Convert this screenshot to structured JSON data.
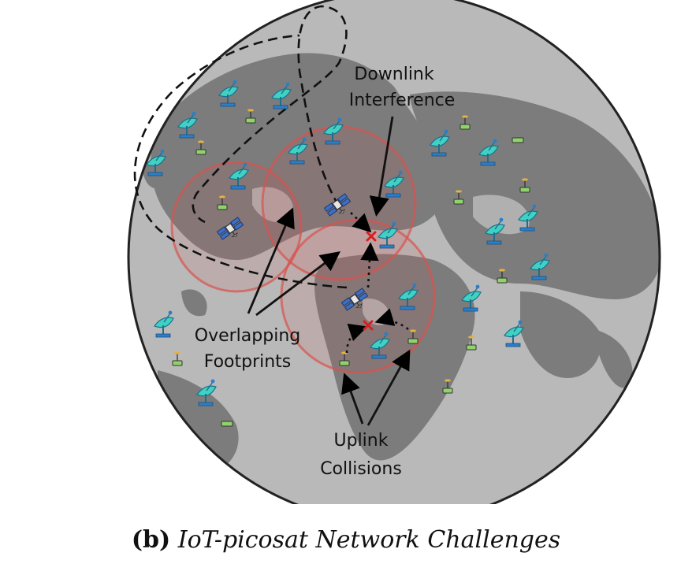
{
  "labels": {
    "downlink_line1": "Downlink",
    "downlink_line2": "Interference",
    "overlap_line1": "Overlapping",
    "overlap_line2": "Footprints",
    "uplink_line1": "Uplink",
    "uplink_line2": "Collisions"
  },
  "caption": {
    "label": "(b)",
    "title": "IoT-picosat Network Challenges"
  },
  "colors": {
    "ocean": "#b9b9b9",
    "land": "#7c7c7c",
    "footprint_stroke": "#d9534f",
    "footprint_fill": "#d9534f",
    "collision_mark": "#d62020",
    "dish_body": "#3fd1c2",
    "dish_base": "#2a7fc9",
    "sensor_body": "#8fd36a"
  },
  "icons": {
    "satellite": "satellite-icon",
    "ground_station": "ground-station-dish-icon",
    "iot_device": "iot-sensor-icon",
    "collision": "collision-x-icon"
  }
}
